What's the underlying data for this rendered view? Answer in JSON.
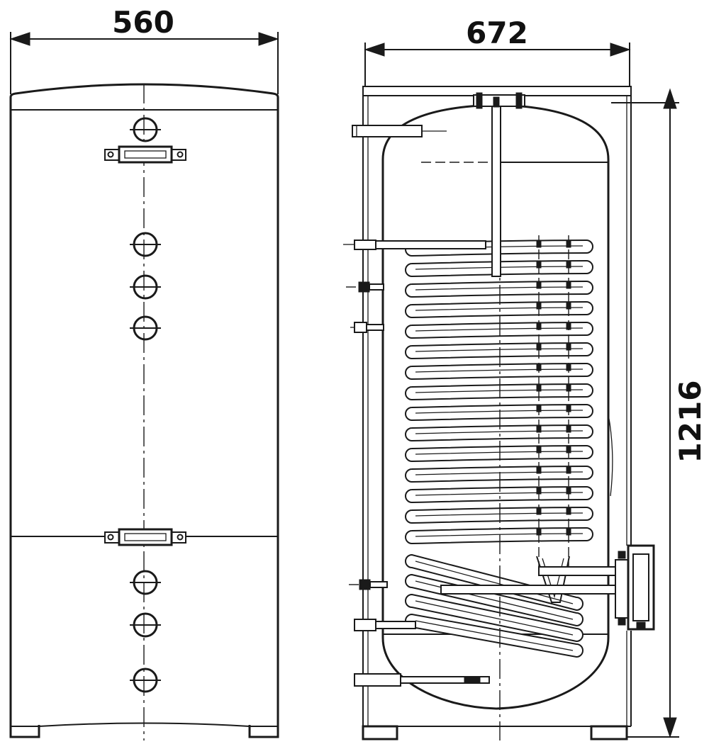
{
  "dimensions": {
    "front_width": "560",
    "side_width": "672",
    "height": "1216"
  },
  "colors": {
    "line": "#1a1a1a",
    "background": "#ffffff"
  }
}
